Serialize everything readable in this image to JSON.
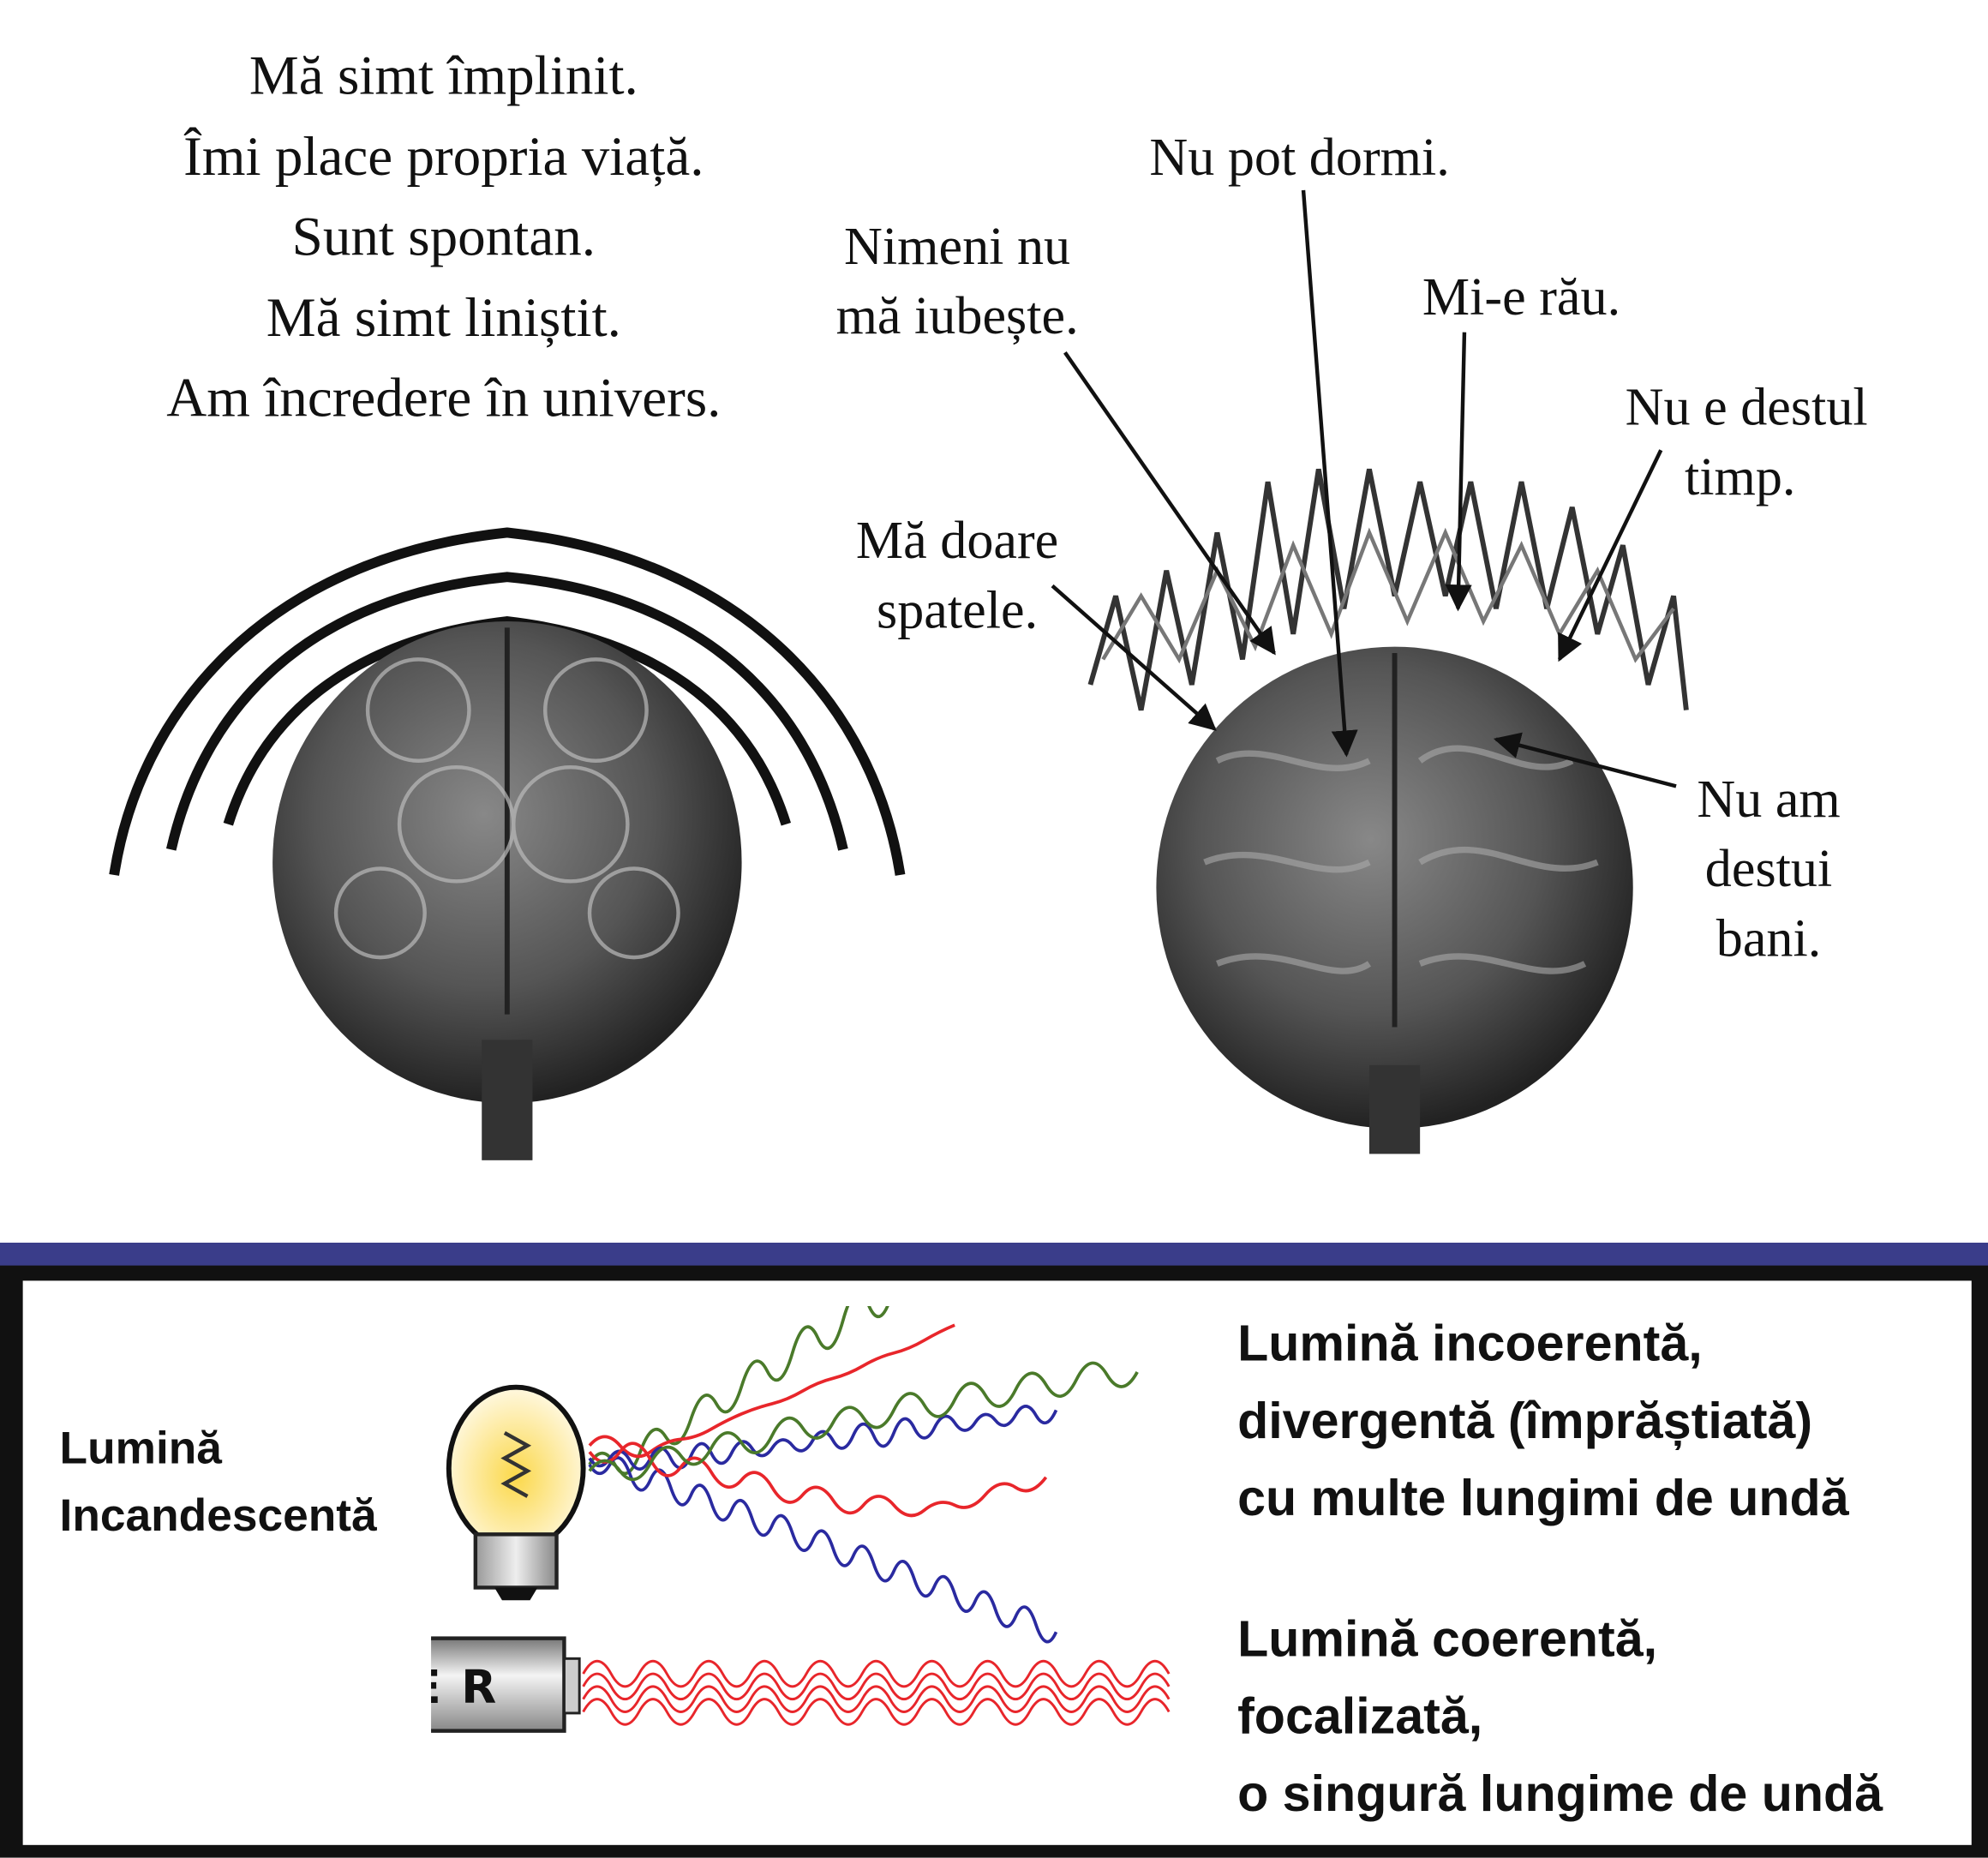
{
  "poem": {
    "lines": [
      "Mă simt împlinit.",
      "Îmi place propria viață.",
      "Sunt spontan.",
      "Mă simt liniștit.",
      "Am încredere în univers."
    ]
  },
  "stress_labels": {
    "no_sleep": "Nu pot dormi.",
    "nobody_loves_1": "Nimeni nu",
    "nobody_loves_2": "mă iubește.",
    "feel_bad": "Mi-e rău.",
    "no_time_1": "Nu e destul",
    "no_time_2": "timp.",
    "back_pain_1": "Mă doare",
    "back_pain_2": "spatele.",
    "no_money_1": "Nu am",
    "no_money_2": "destui",
    "no_money_3": "bani."
  },
  "light_panel": {
    "incandescent_1": "Lumină",
    "incandescent_2": "Incandescentă",
    "incoherent_1": "Lumină incoerentă,",
    "incoherent_2": "divergentă (împrăștiată)",
    "incoherent_3": "cu multe lungimi de undă",
    "laser_label": "LASER",
    "coherent_1": "Lumină coerentă,",
    "coherent_2": "focalizată,",
    "coherent_3": "o singură lungime de undă",
    "band_color": "#3a3d8a",
    "wave_colors": [
      "#e8262b",
      "#2a2aa0",
      "#4a7a2a"
    ]
  }
}
